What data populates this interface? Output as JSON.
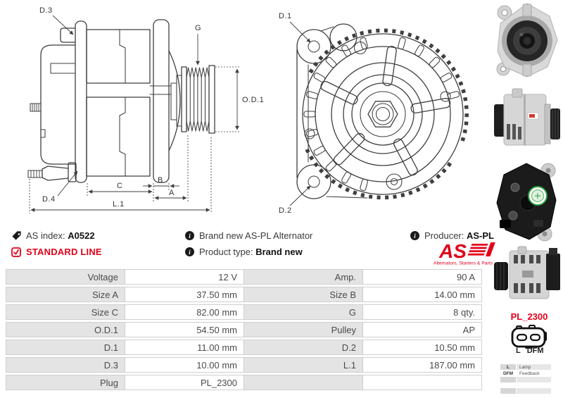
{
  "colors": {
    "accent_red": "#e2001a",
    "drawing_line": "#3f3f3f",
    "table_label_bg": "#e4e4e4",
    "table_border": "#cfcfcf",
    "sticker_green": "#2e9e44"
  },
  "side_view": {
    "labels": {
      "d3": "D.3",
      "g": "G",
      "od1": "O.D.1",
      "d4": "D.4",
      "c": "C",
      "b": "B",
      "a": "A",
      "l1": "L.1"
    }
  },
  "front_view": {
    "labels": {
      "d1": "D.1",
      "d2": "D.2"
    }
  },
  "info": {
    "as_index_label": "AS index:",
    "as_index_value": "A0522",
    "standard_line": "STANDARD LINE",
    "description": "Brand new AS-PL Alternator",
    "product_type_label": "Product type:",
    "product_type_value": "Brand new",
    "producer_label": "Producer:",
    "producer_value": "AS-PL",
    "info_glyph": "i"
  },
  "logo": {
    "as_text": "AS",
    "tagline": "Alternators, Starters & Parts"
  },
  "plug": {
    "name": "PL_2300",
    "pin_left": "L",
    "pin_right": "DFM"
  },
  "legend": {
    "rows": [
      [
        "L",
        "Lamp"
      ],
      [
        "DFM",
        "Feedback"
      ],
      [
        "",
        ""
      ],
      [
        "",
        ""
      ]
    ]
  },
  "spec_table": {
    "rows": [
      [
        "Voltage",
        "12 V",
        "Amp.",
        "90 A"
      ],
      [
        "Size A",
        "37.50 mm",
        "Size B",
        "14.00 mm"
      ],
      [
        "Size C",
        "82.00 mm",
        "G",
        "8 qty."
      ],
      [
        "O.D.1",
        "54.50 mm",
        "Pulley",
        "AP"
      ],
      [
        "D.1",
        "11.00 mm",
        "D.2",
        "10.50 mm"
      ],
      [
        "D.3",
        "10.00 mm",
        "L.1",
        "187.00 mm"
      ],
      [
        "Plug",
        "PL_2300",
        "",
        ""
      ]
    ]
  }
}
